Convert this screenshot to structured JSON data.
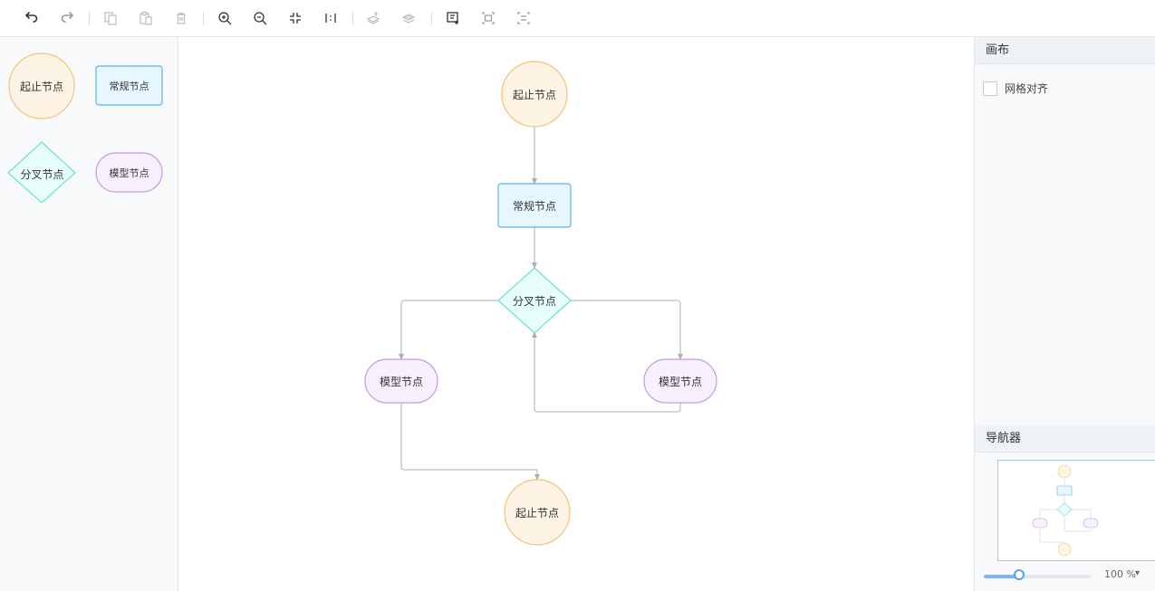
{
  "palette": {
    "items": [
      {
        "label": "起止节点",
        "shape": "circle"
      },
      {
        "label": "常规节点",
        "shape": "rect"
      },
      {
        "label": "分叉节点",
        "shape": "diamond"
      },
      {
        "label": "模型节点",
        "shape": "capsule"
      }
    ]
  },
  "canvas": {
    "nodes": [
      {
        "label": "起止节点",
        "shape": "circle"
      },
      {
        "label": "常规节点",
        "shape": "rect"
      },
      {
        "label": "分叉节点",
        "shape": "diamond"
      },
      {
        "label": "模型节点",
        "shape": "capsule"
      },
      {
        "label": "模型节点",
        "shape": "capsule"
      },
      {
        "label": "起止节点",
        "shape": "circle"
      }
    ]
  },
  "right_panel": {
    "canvas_title": "画布",
    "grid_snap_label": "网格对齐",
    "grid_snap_checked": false,
    "navigator_title": "导航器",
    "zoom_text": "100 %",
    "zoom_fraction": 0.33
  },
  "toolbar": {
    "icons": [
      "undo-icon",
      "redo-icon",
      "copy-icon",
      "paste-icon",
      "delete-icon",
      "zoom-in-icon",
      "zoom-out-icon",
      "fit-view-icon",
      "actual-size-icon",
      "bring-front-icon",
      "send-back-icon",
      "multi-select-icon",
      "add-group-icon",
      "ungroup-icon"
    ]
  },
  "colors": {
    "circle_fill": "#fef4e6",
    "circle_stroke": "#f5c27a",
    "rect_fill": "#e6f7ff",
    "rect_stroke": "#5fb0e8",
    "diamond_fill": "#e6fffb",
    "diamond_stroke": "#6ee0d0",
    "capsule_fill": "#f7f0ff",
    "capsule_stroke": "#c49ae8",
    "edge": "#a8b0bc"
  }
}
